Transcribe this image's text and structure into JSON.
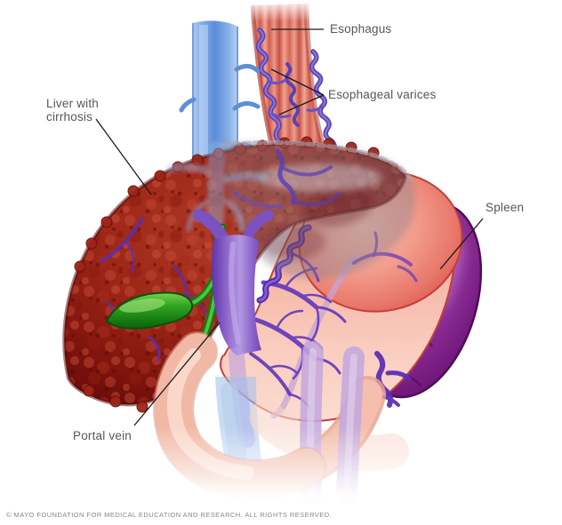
{
  "figure": {
    "labels": {
      "esophagus": "Esophagus",
      "esophageal_varices": "Esophageal varices",
      "liver": "Liver with cirrhosis",
      "spleen": "Spleen",
      "portal_vein": "Portal vein"
    },
    "credit": "© MAYO FOUNDATION FOR MEDICAL EDUCATION AND RESEARCH. ALL RIGHTS RESERVED.",
    "colors": {
      "background": "#ffffff",
      "label_text": "#55565a",
      "leader_line": "#1a1a1a",
      "liver_cirrhosis": "#8f1d12",
      "spleen": "#7c2286",
      "portal_vein": "#7b52c0",
      "esophageal_varices": "#5a41b4",
      "esophagus": "#e0796b",
      "stomach": "#f2a99b",
      "vena_cava": "#6b9ce0",
      "gallbladder": "#2ba21f",
      "intestine": "#f2b8a6",
      "mesenteric_vein": "#c2a7de"
    }
  }
}
